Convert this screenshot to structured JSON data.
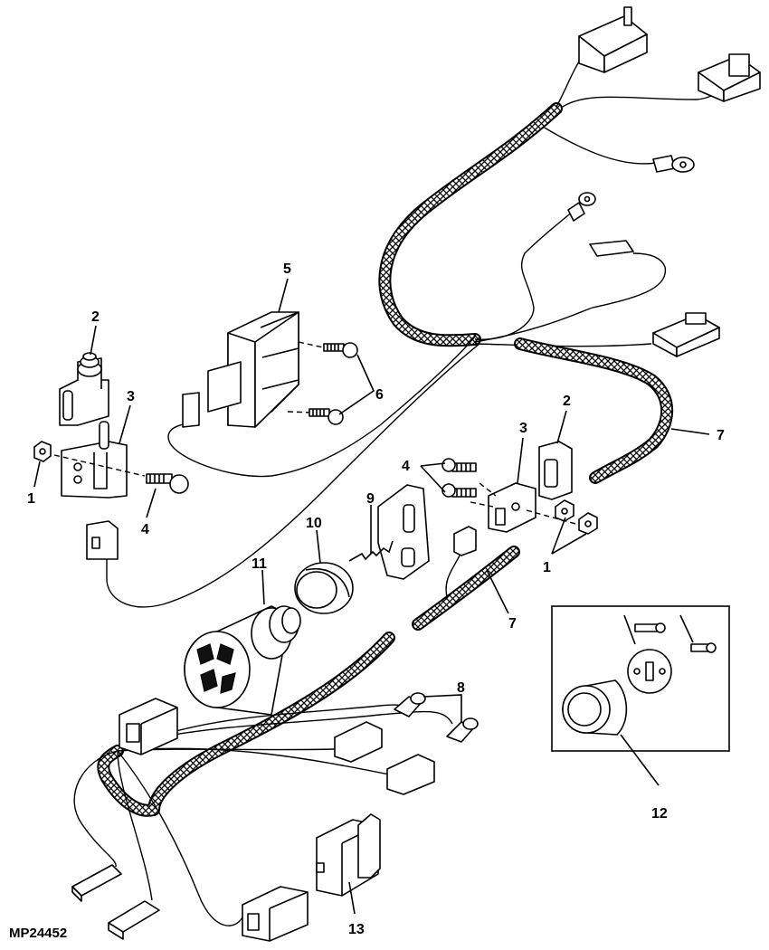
{
  "figure_id": "MP24452",
  "callouts": {
    "c1a": "1",
    "c1b": "1",
    "c2a": "2",
    "c2b": "2",
    "c3a": "3",
    "c3b": "3",
    "c4a": "4",
    "c4b": "4",
    "c5": "5",
    "c6": "6",
    "c7a": "7",
    "c7b": "7",
    "c8": "8",
    "c9": "9",
    "c10": "10",
    "c11": "11",
    "c12": "12",
    "c13": "13"
  },
  "colors": {
    "line": "#000000",
    "background": "#ffffff"
  },
  "icons": [
    "wiring-harness",
    "connector",
    "switch",
    "relay",
    "ignition-switch",
    "indicator-light"
  ]
}
